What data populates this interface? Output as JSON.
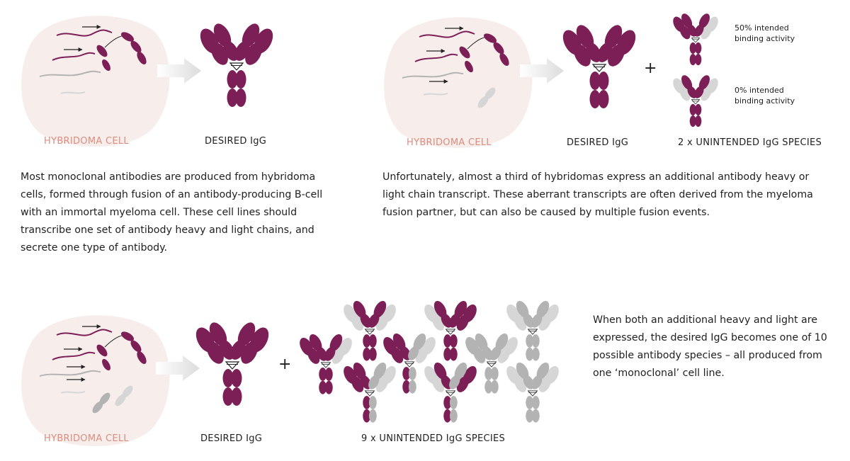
{
  "colors": {
    "heavy_chain": "#7c1f56",
    "light_chain_gray": "#b3b3b3",
    "light_chain_light": "#d6d6d6",
    "cell_fill": "#f7eeec",
    "arrow_fill": "#e3e3e3",
    "cell_label": "#d98d80"
  },
  "labels": {
    "hybridoma_cell": "HYBRIDOMA CELL",
    "desired_igg": "DESIRED IgG",
    "unintended_2": "2 x UNINTENDED IgG SPECIES",
    "unintended_9": "9 x UNINTENDED IgG SPECIES",
    "plus": "+",
    "activity_50": [
      "50% intended",
      "binding activity"
    ],
    "activity_0": [
      "0% intended",
      "binding activity"
    ]
  },
  "paragraphs": {
    "p1": "Most monoclonal antibodies are produced from hybridoma cells, formed through fusion of an antibody-producing B-cell with an immortal myeloma cell. These cell lines should transcribe one set of antibody heavy and light chains, and secrete one type of antibody.",
    "p2": "Unfortunately, almost a third of hybridomas express an additional antibody heavy or light chain transcript. These aberrant transcripts are often derived from the myeloma fusion partner, but can also be caused by multiple fusion events.",
    "p3": "When both an additional heavy and light are expressed, the desired IgG becomes one of 10 possible antibody species – all produced from one ‘monoclonal’ cell line."
  }
}
